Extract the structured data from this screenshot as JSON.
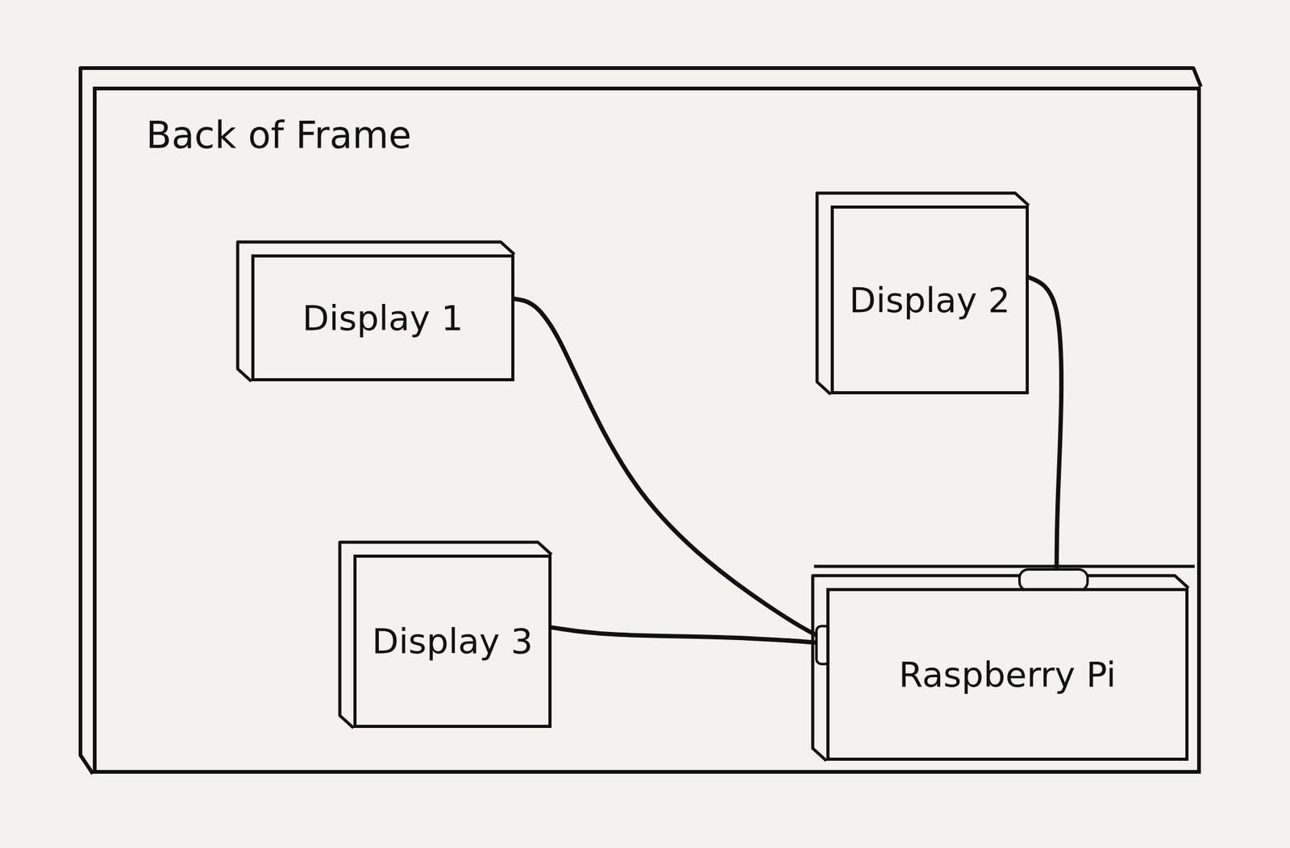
{
  "diagram": {
    "nodes": [
      {
        "text": [
          "Back of Frame"
        ]
      },
      {
        "text": [
          "Display 1"
        ],
        "in": 0
      },
      {
        "text": [
          "Display 2"
        ],
        "in": 0
      },
      {
        "text": [
          "Display 3"
        ],
        "in": 0
      },
      {
        "text": [
          "Raspberry Pi"
        ],
        "in": 0
      }
    ],
    "edges": [
      {
        "from": 1,
        "to": 4,
        "arrow": "none"
      },
      {
        "from": 2,
        "to": 4,
        "arrow": "none"
      },
      {
        "from": 3,
        "to": 4,
        "arrow": "none"
      }
    ]
  }
}
